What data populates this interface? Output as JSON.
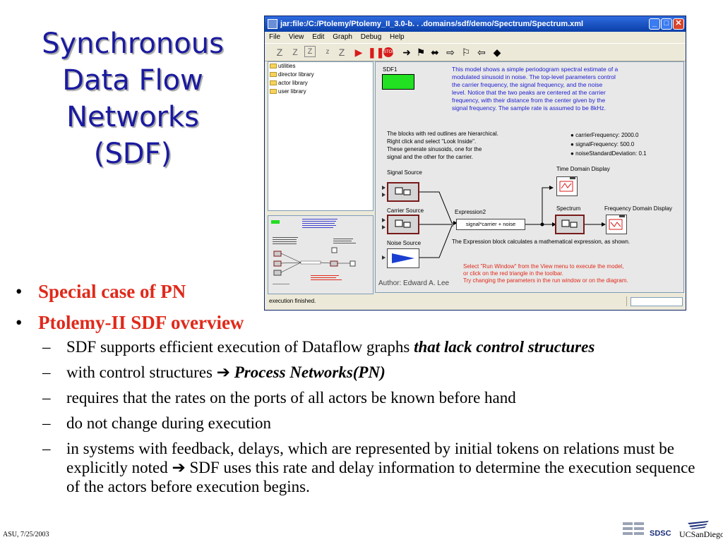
{
  "slide": {
    "title_lines": [
      "Synchronous",
      "Data Flow",
      "Networks",
      "(SDF)"
    ],
    "bullets": [
      "Special case of PN",
      "Ptolemy-II SDF overview"
    ],
    "sub_bullets": {
      "s1_a": "SDF supports efficient execution of Dataflow graphs ",
      "s1_b": "that lack control structures",
      "s2_a": "with control structures ",
      "s2_b": "Process Networks(PN)",
      "s3": "requires that the rates on the ports of all actors be known before hand",
      "s4": "do not change during execution",
      "s5_a": "in systems with feedback, delays, which are represented by initial tokens on relations must be explicitly noted ",
      "s5_b": " SDF uses this rate and delay information to determine the execution sequence of the actors before execution begins."
    },
    "arrow_glyph": "➔",
    "bullet_glyph": "•",
    "dash_glyph": "–",
    "footer_date": "ASU, 7/25/2003",
    "logos": {
      "sdsc": "SDSC",
      "ucsd": "UCSanDiego"
    }
  },
  "window": {
    "title": "jar:file:/C:/Ptolemy/Ptolemy_II_3.0-b. . .domains/sdf/demo/Spectrum/Spectrum.xml",
    "controls": {
      "minimize": "_",
      "maximize": "□",
      "close": "✕"
    },
    "menu": [
      "File",
      "View",
      "Edit",
      "Graph",
      "Debug",
      "Help"
    ],
    "library_items": [
      "utilities",
      "director library",
      "actor library",
      "user library"
    ],
    "canvas": {
      "director_label": "SDF1",
      "description": [
        "This model shows a simple periodogram spectral estimate of a",
        "modulated sinusoid in noise. The top-level parameters control",
        "the carrier frequency, the signal frequency, and the noise",
        "level. Notice that the two peaks are centered at the carrier",
        "frequency, with their distance from the center given by the",
        "signal frequency. The sample rate is assumed to be 8kHz."
      ],
      "hier_note": [
        "The blocks with red outlines are hierarchical.",
        "Right click and select \"Look Inside\".",
        "These generate sinusoids, one for the",
        "signal and the other for the carrier."
      ],
      "params": [
        "carrierFrequency: 2000.0",
        "signalFrequency: 500.0",
        "noiseStandardDeviation: 0.1"
      ],
      "actors": {
        "signal_source": "Signal Source",
        "carrier_source": "Carrier Source",
        "noise_source": "Noise Source",
        "expression": "Expression2",
        "expression_value": "signal*carrier + noise",
        "spectrum": "Spectrum",
        "time_display": "Time Domain Display",
        "freq_display": "Frequency Domain Display"
      },
      "expression_note": "The Expression block calculates a mathematical expression, as shown.",
      "run_note": [
        "Select \"Run Window\" from the View menu to execute the model,",
        "or click on the red triangle in the toolbar.",
        "Try changing the parameters in the run window or on the diagram."
      ],
      "author": "Author: Edward A. Lee"
    },
    "status": "execution finished."
  }
}
